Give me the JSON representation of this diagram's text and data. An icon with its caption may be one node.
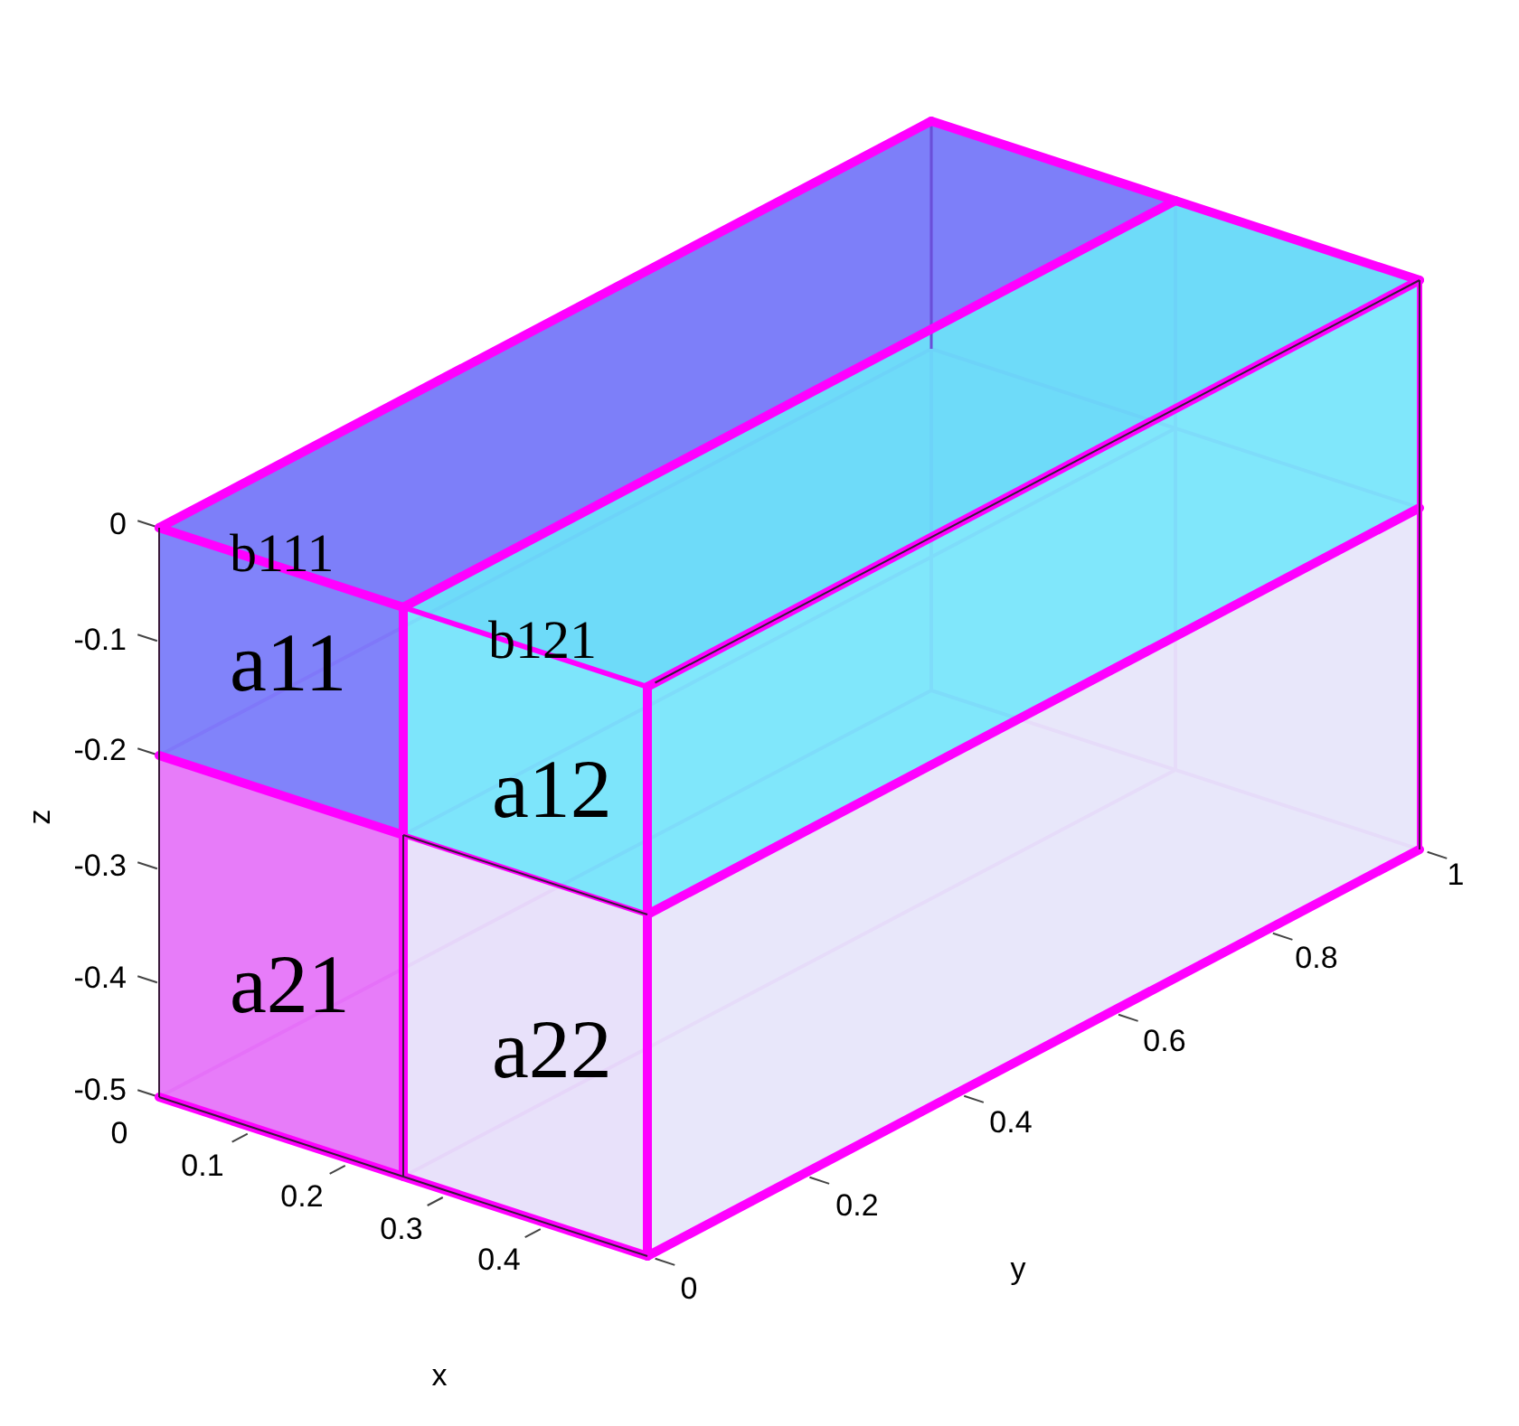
{
  "diagram": {
    "nodes": [
      {
        "text": [
          "b111",
          "a11"
        ]
      },
      {
        "text": [
          "b121",
          "a12"
        ]
      },
      {
        "text": [
          "a21"
        ]
      },
      {
        "text": [
          "a22"
        ]
      }
    ],
    "labels": [
      "0",
      "-0.1",
      "-0.2",
      "-0.3",
      "-0.4",
      "-0.5",
      "z",
      "0",
      "0.1",
      "0.2",
      "0.3",
      "0.4",
      "x",
      "0",
      "0.2",
      "0.4",
      "0.6",
      "0.8",
      "1",
      "y"
    ]
  }
}
